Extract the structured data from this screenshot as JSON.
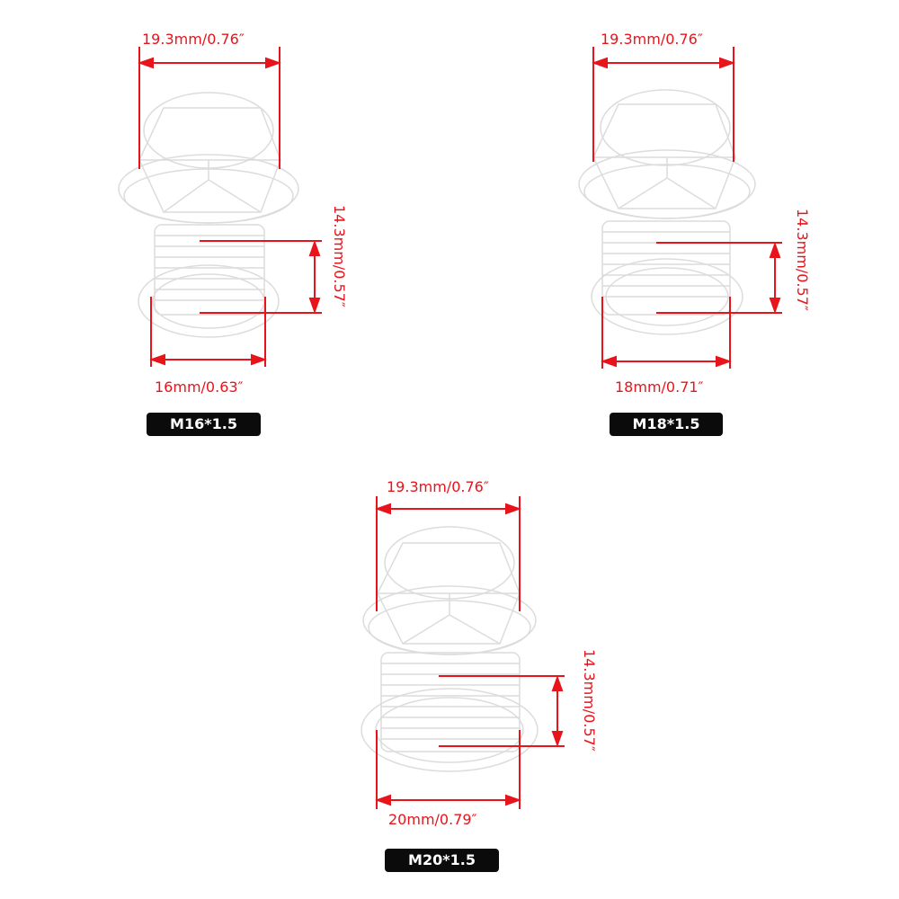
{
  "colors": {
    "dimension": "#e8141c",
    "badge_bg": "#0b0b0b",
    "badge_text": "#ffffff",
    "part_outline": "#dcdcdc"
  },
  "parts": [
    {
      "size_label": "M16*1.5",
      "top_width": "19.3mm/0.76″",
      "thread_length": "14.3mm/0.57″",
      "thread_diameter": "16mm/0.63″"
    },
    {
      "size_label": "M18*1.5",
      "top_width": "19.3mm/0.76″",
      "thread_length": "14.3mm/0.57″",
      "thread_diameter": "18mm/0.71″"
    },
    {
      "size_label": "M20*1.5",
      "top_width": "19.3mm/0.76″",
      "thread_length": "14.3mm/0.57″",
      "thread_diameter": "20mm/0.79″"
    }
  ]
}
